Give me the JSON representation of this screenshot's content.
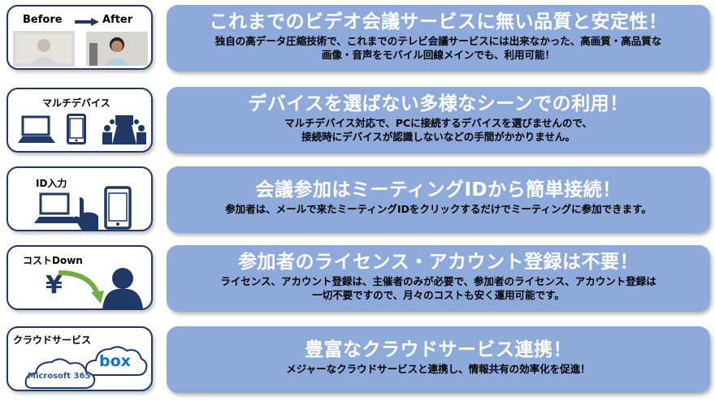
{
  "items": [
    {
      "card": {
        "before": "Before",
        "after": "After"
      },
      "title": "これまでのビデオ会議サービスに無い品質と安定性！",
      "desc": [
        "独自の高データ圧縮技術で、これまでのテレビ会議サービスには出来なかった、高画質・高品質な",
        "画像・音声をモバイル回線メインでも、利用可能！"
      ]
    },
    {
      "card": {
        "label": "マルチデバイス"
      },
      "title": "デバイスを選ばない多様なシーンでの利用！",
      "desc": [
        "マルチデバイス対応で、PCに接続するデバイスを選びませんので、",
        "接続時にデバイスが認識しないなどの手間がかかりません。"
      ]
    },
    {
      "card": {
        "label": "ID入力"
      },
      "title": "会議参加はミーティングIDから簡単接続！",
      "desc": [
        "参加者は、メールで来たミーティングIDをクリックするだけでミーティングに参加できます。"
      ]
    },
    {
      "card": {
        "label": "コストDown",
        "yen": "¥"
      },
      "title": "参加者のライセンス・アカウント登録は不要！",
      "desc": [
        "ライセンス、アカウント登録は、主催者のみが必要で、参加者のライセンス、アカウント登録は",
        "一切不要ですので、月々のコストも安く運用可能です。"
      ]
    },
    {
      "card": {
        "label": "クラウドサービス",
        "ms": "Microsoft 365",
        "box": "box"
      },
      "title": "豊富なクラウドサービス連携！",
      "desc": [
        "メジャーなクラウドサービスと連携し、情報共有の効率化を促進！"
      ]
    }
  ],
  "colors": {
    "navy": "#1f3864",
    "box": "#8eaadb",
    "arrow": "#70ad47"
  }
}
